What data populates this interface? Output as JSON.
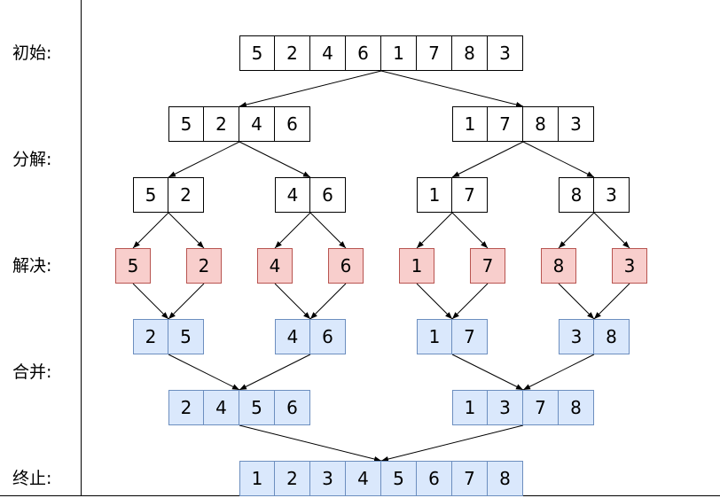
{
  "stages": {
    "init": "初始:",
    "divide": "分解:",
    "solve": "解决:",
    "merge": "合并:",
    "end": "终止:"
  },
  "colors": {
    "plain_fill": "#ffffff",
    "plain_stroke": "#000000",
    "leaf_fill": "#f8cecc",
    "leaf_stroke": "#b85450",
    "merge_fill": "#dae8fc",
    "merge_stroke": "#6c8ebf"
  },
  "arrays": {
    "initial": [
      "5",
      "2",
      "4",
      "6",
      "1",
      "7",
      "8",
      "3"
    ],
    "split_left": [
      "5",
      "2",
      "4",
      "6"
    ],
    "split_right": [
      "1",
      "7",
      "8",
      "3"
    ],
    "pair_1": [
      "5",
      "2"
    ],
    "pair_2": [
      "4",
      "6"
    ],
    "pair_3": [
      "1",
      "7"
    ],
    "pair_4": [
      "8",
      "3"
    ],
    "leaves": [
      "5",
      "2",
      "4",
      "6",
      "1",
      "7",
      "8",
      "3"
    ],
    "merged_pair_1": [
      "2",
      "5"
    ],
    "merged_pair_2": [
      "4",
      "6"
    ],
    "merged_pair_3": [
      "1",
      "7"
    ],
    "merged_pair_4": [
      "3",
      "8"
    ],
    "merged_left": [
      "2",
      "4",
      "5",
      "6"
    ],
    "merged_right": [
      "1",
      "3",
      "7",
      "8"
    ],
    "final": [
      "1",
      "2",
      "3",
      "4",
      "5",
      "6",
      "7",
      "8"
    ]
  }
}
